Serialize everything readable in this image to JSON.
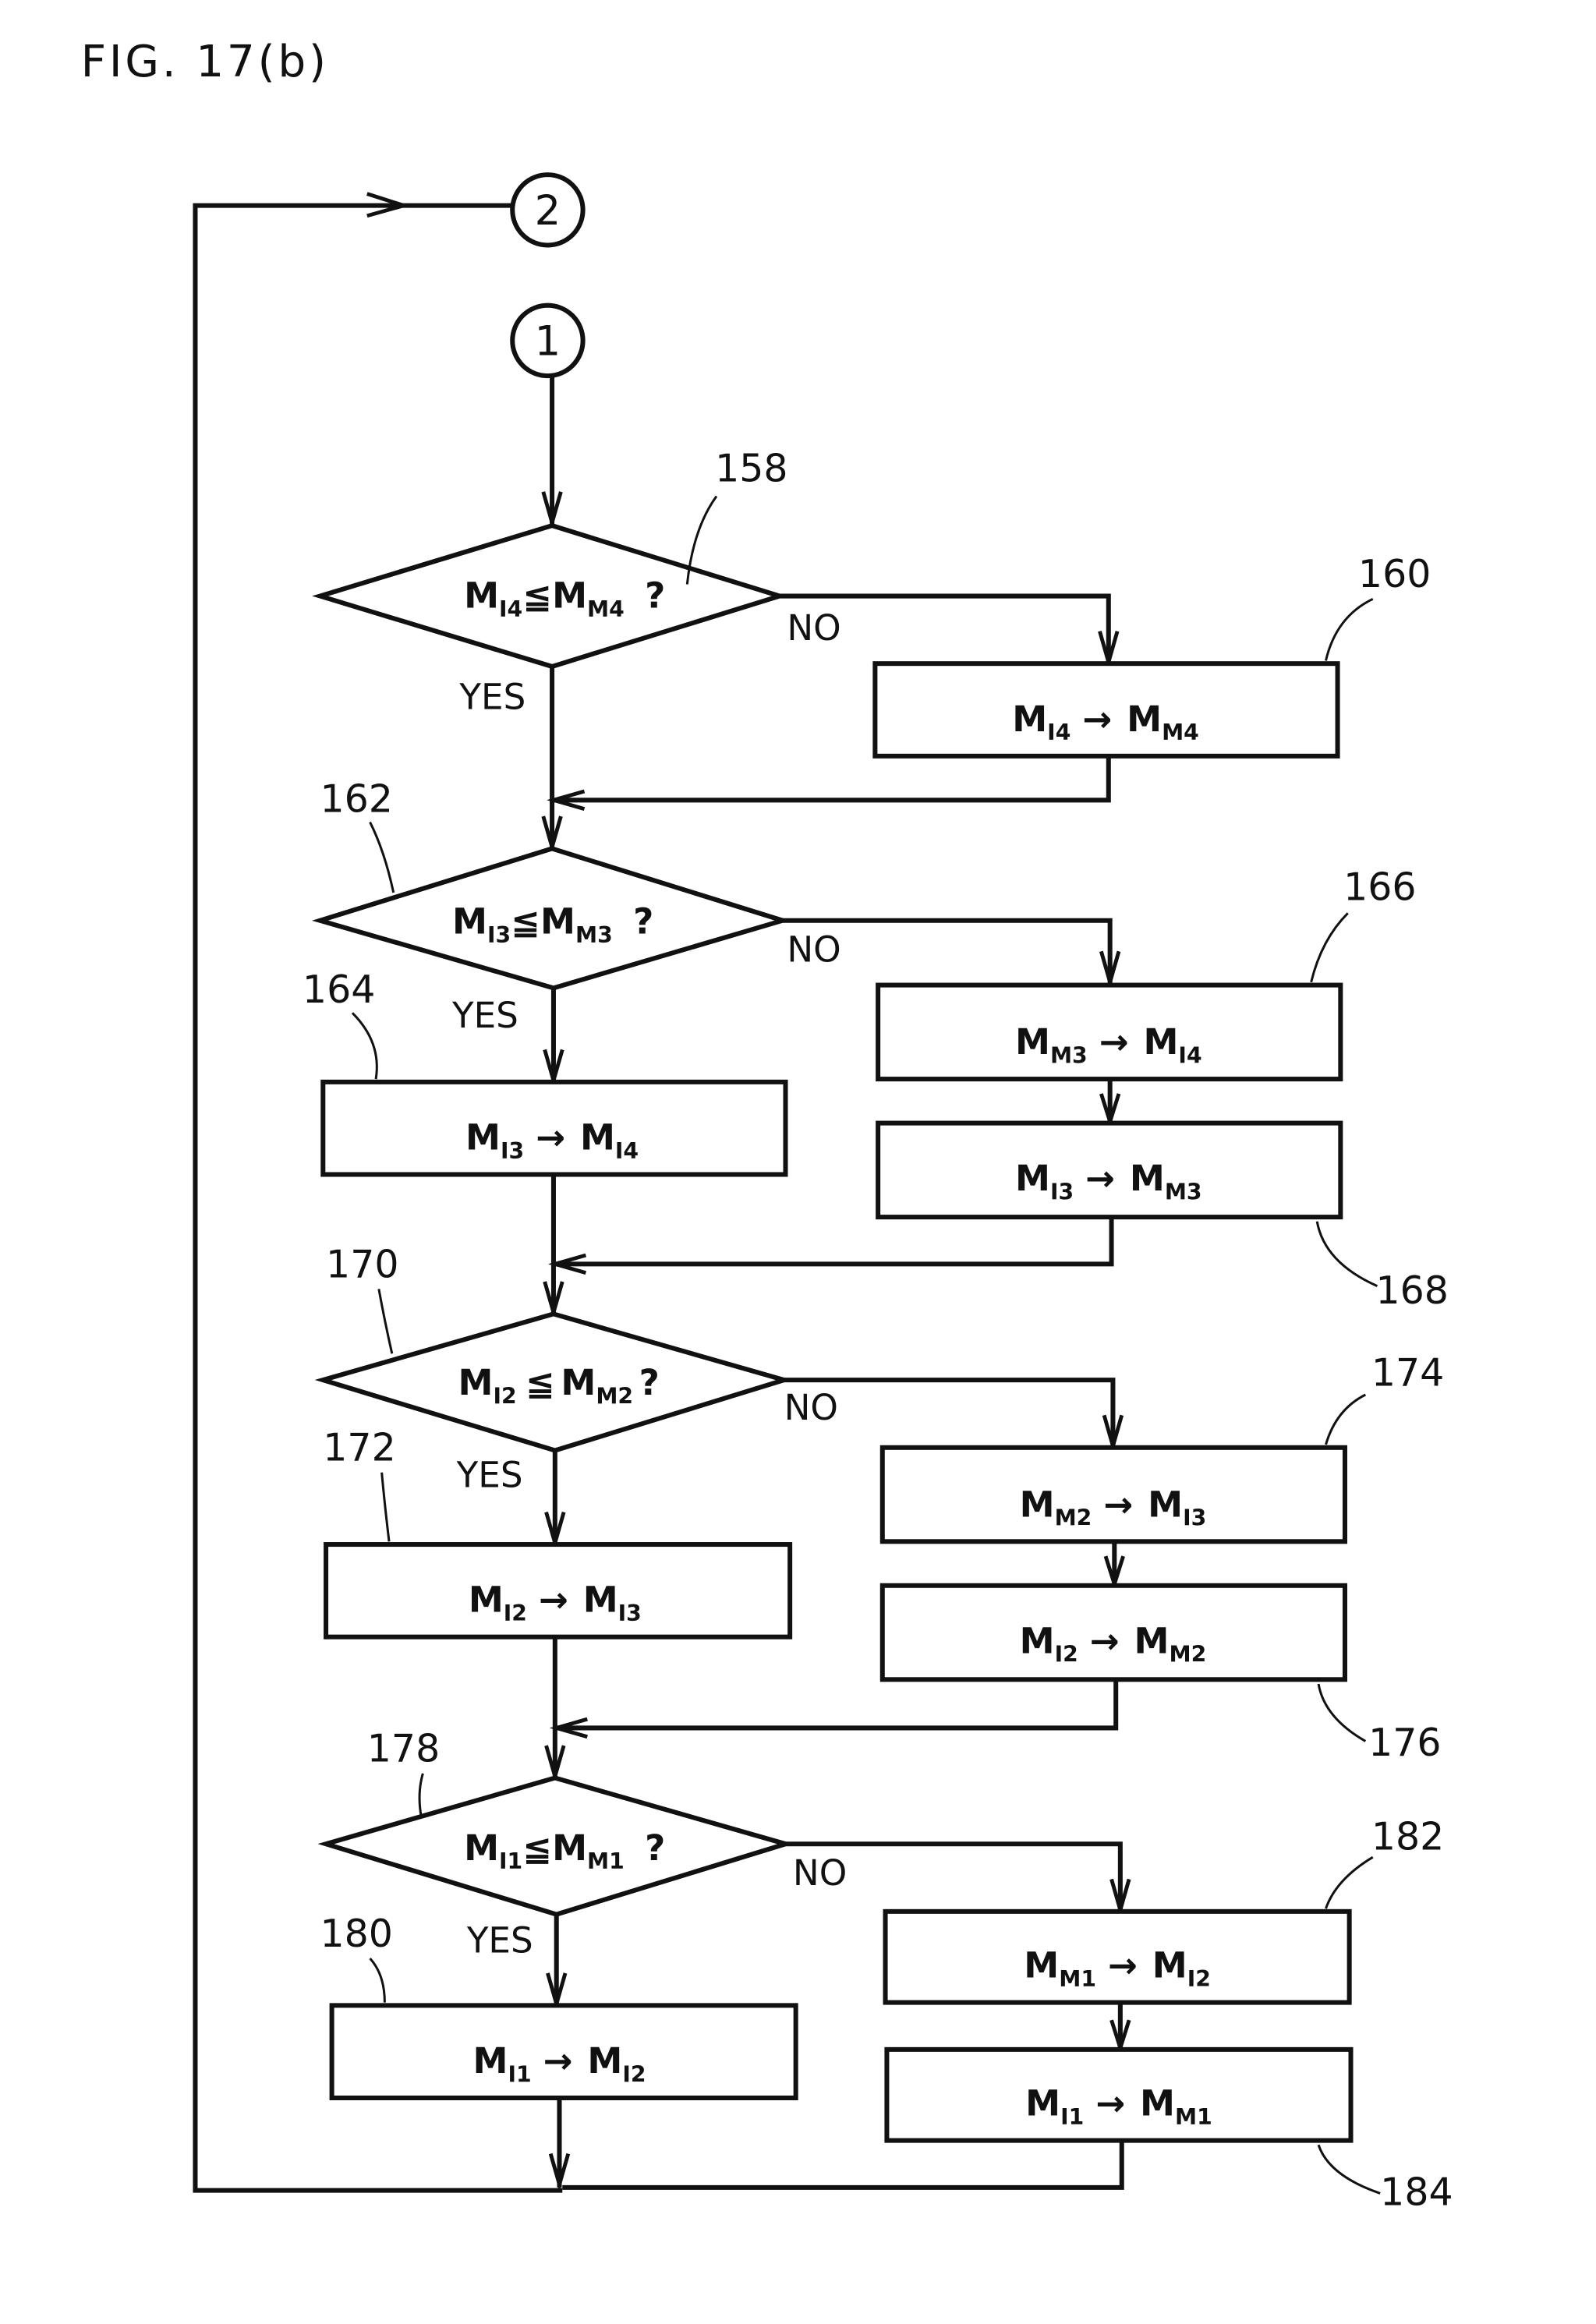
{
  "figure": {
    "title": "FIG. 17(b)",
    "connectors": {
      "exit": "2",
      "entry": "1"
    },
    "labels": {
      "yes": "YES",
      "no": "NO"
    },
    "decisions": [
      {
        "ref": "158",
        "lhs": "M",
        "lhs_sub": "I4",
        "op": "≦",
        "rhs": "M",
        "rhs_sub": "M4",
        "q": "?"
      },
      {
        "ref": "162",
        "lhs": "M",
        "lhs_sub": "I3",
        "op": "≦",
        "rhs": "M",
        "rhs_sub": "M3",
        "q": "?"
      },
      {
        "ref": "170",
        "lhs": "M",
        "lhs_sub": "I2",
        "op": "≦",
        "rhs": "M",
        "rhs_sub": "M2",
        "q": "?"
      },
      {
        "ref": "178",
        "lhs": "M",
        "lhs_sub": "I1",
        "op": "≦",
        "rhs": "M",
        "rhs_sub": "M1",
        "q": "?"
      }
    ],
    "processes": [
      {
        "ref": "160",
        "from": "M",
        "from_sub": "I4",
        "arrow": "→",
        "to": "M",
        "to_sub": "M4"
      },
      {
        "ref": "164",
        "from": "M",
        "from_sub": "I3",
        "arrow": "→",
        "to": "M",
        "to_sub": "I4"
      },
      {
        "ref": "166",
        "from": "M",
        "from_sub": "M3",
        "arrow": "→",
        "to": "M",
        "to_sub": "I4"
      },
      {
        "ref": "168",
        "from": "M",
        "from_sub": "I3",
        "arrow": "→",
        "to": "M",
        "to_sub": "M3"
      },
      {
        "ref": "172",
        "from": "M",
        "from_sub": "I2",
        "arrow": "→",
        "to": "M",
        "to_sub": "I3"
      },
      {
        "ref": "174",
        "from": "M",
        "from_sub": "M2",
        "arrow": "→",
        "to": "M",
        "to_sub": "I3"
      },
      {
        "ref": "176",
        "from": "M",
        "from_sub": "I2",
        "arrow": "→",
        "to": "M",
        "to_sub": "M2"
      },
      {
        "ref": "180",
        "from": "M",
        "from_sub": "I1",
        "arrow": "→",
        "to": "M",
        "to_sub": "I2"
      },
      {
        "ref": "182",
        "from": "M",
        "from_sub": "M1",
        "arrow": "→",
        "to": "M",
        "to_sub": "I2"
      },
      {
        "ref": "184",
        "from": "M",
        "from_sub": "I1",
        "arrow": "→",
        "to": "M",
        "to_sub": "M1"
      }
    ]
  }
}
